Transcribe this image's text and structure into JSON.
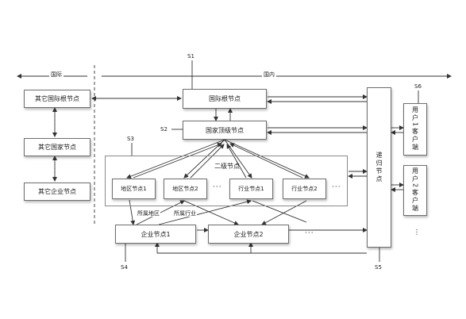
{
  "labels": {
    "international": "国际",
    "domestic": "国内",
    "s1": "S1",
    "s2": "S2",
    "s3": "S3",
    "s4": "S4",
    "s5": "S5",
    "s6": "S6",
    "belong_region": "所属地区",
    "belong_industry": "所属行业",
    "ellipsis": "···",
    "vellipsis": "···"
  },
  "nodes": {
    "other_intl_root": "其它国际根节点",
    "other_country": "其它国家节点",
    "other_enterprise": "其它企业节点",
    "intl_root": "国际根节点",
    "national_top": "国家顶级节点",
    "secondary": "二级节点",
    "region1": "地区节点1",
    "region2": "地区节点2",
    "industry1": "行业节点1",
    "industry2": "行业节点2",
    "enterprise1": "企业节点1",
    "enterprise2": "企业节点2",
    "recursive": "递归节点",
    "client1": "用户1客户端",
    "client2": "用户2客户端"
  },
  "colors": {
    "line": "#333333",
    "border": "#6e6e6e"
  }
}
